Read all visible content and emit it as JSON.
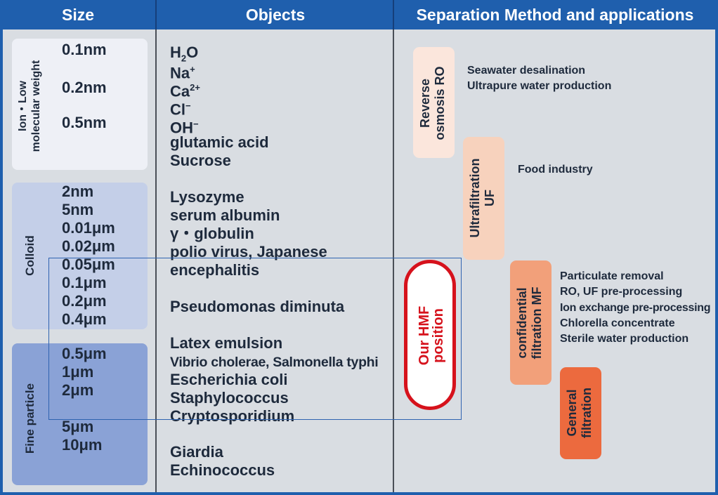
{
  "headers": {
    "size": "Size",
    "objects": "Objects",
    "methods": "Separation Method and applications"
  },
  "size_groups": [
    {
      "label_line1": "Ion・Low",
      "label_line2": "molecular weight",
      "color": "#eef0f6"
    },
    {
      "label": "Colloid",
      "color": "#c4cfe8"
    },
    {
      "label": "Fine particle",
      "color": "#8aa2d6"
    }
  ],
  "sizes": [
    "0.1nm",
    "0.2nm",
    "0.5nm",
    "2nm",
    "5nm",
    "0.01μm",
    "0.02μm",
    "0.05μm",
    "0.1μm",
    "0.2μm",
    "0.4μm",
    "0.5μm",
    "1μm",
    "2μm",
    "5μm",
    "10μm"
  ],
  "objects": {
    "h2o_h": "H",
    "h2o_sub": "2",
    "h2o_o": "O",
    "na": "Na",
    "na_sup": "+",
    "ca": "Ca",
    "ca_sup": "2+",
    "cl": "Cl",
    "cl_sup": "−",
    "oh": "OH",
    "oh_sup": "−",
    "items": [
      "glutamic acid",
      "Sucrose",
      "Lysozyme",
      "serum albumin",
      "γ・globulin",
      "polio virus, Japanese",
      "encephalitis",
      "Pseudomonas diminuta",
      "Latex emulsion",
      "Vibrio cholerae, Salmonella typhi",
      "Escherichia coli",
      "Staphylococcus",
      "Cryptosporidium",
      "Giardia",
      "Echinococcus"
    ]
  },
  "methods": [
    {
      "line1": "Reverse",
      "line2": "osmosis RO",
      "color": "#fbe6dc"
    },
    {
      "line1": "Ultrafiltration",
      "line2": "UF",
      "color": "#f7d2bd"
    },
    {
      "line1": "confidential",
      "line2": "filtration MF",
      "color": "#f2a07a"
    },
    {
      "line1": "General",
      "line2": "filtration",
      "color": "#ec6a3e"
    }
  ],
  "applications": {
    "ro": [
      "Seawater desalination",
      "Ultrapure water production"
    ],
    "uf": [
      "Food industry"
    ],
    "mf": [
      "Particulate removal",
      "RO, UF pre-processing",
      "Ion exchange pre-processing",
      "Chlorella concentrate",
      "Sterile water production"
    ]
  },
  "hmf": {
    "line1": "Our HMF",
    "line2": "position",
    "color": "#d6121c"
  },
  "colors": {
    "header_bg": "#1f5fad",
    "body_bg": "#d9dde2",
    "text": "#1e2a3c"
  }
}
